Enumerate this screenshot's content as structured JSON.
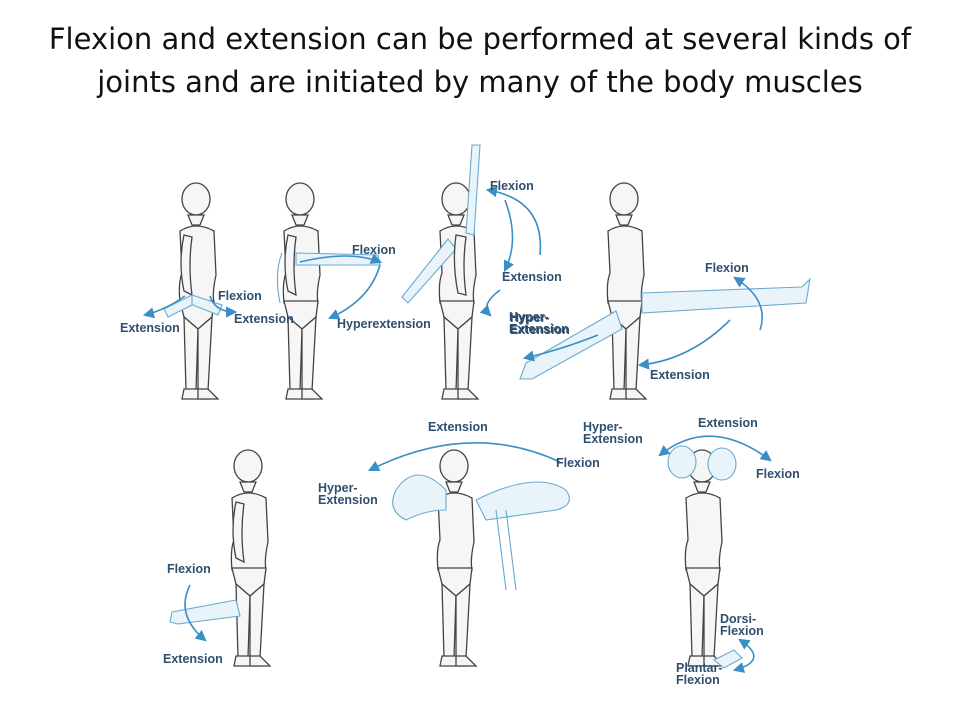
{
  "title": {
    "line1": "Flexion and extension can be performed at several kinds of",
    "line2": "joints and are initiated by many of the body muscles"
  },
  "labels": {
    "flexion": "Flexion",
    "extension": "Extension",
    "hyperextension": "Hyperextension",
    "hyper": "Hyper-",
    "hyper_extension": "Extension",
    "dorsi": "Dorsi-",
    "dorsi_flexion": "Flexion",
    "plantar": "Plantar-",
    "plantar_flexion": "Flexion"
  },
  "colors": {
    "arrow": "#3a8fc4",
    "ghost_limb": "#6aaad0",
    "label": "#2f4f6f",
    "outline": "#444444"
  }
}
